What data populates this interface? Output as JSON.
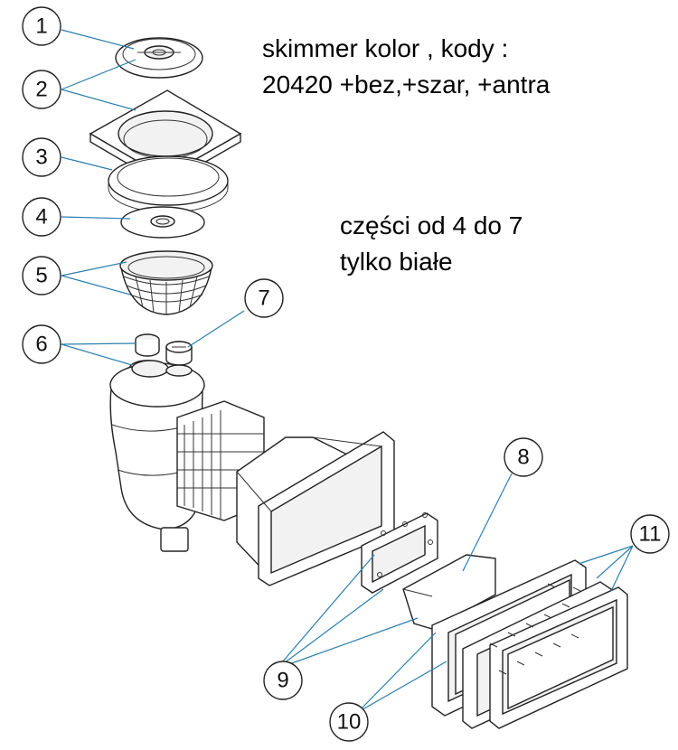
{
  "notes": {
    "color_line1": "skimmer kolor , kody :",
    "color_line2": "20420 +bez,+szar, +antra",
    "parts_line1": "części od 4 do 7",
    "parts_line2": "tylko białe"
  },
  "callouts": [
    "1",
    "2",
    "3",
    "4",
    "5",
    "6",
    "7",
    "8",
    "9",
    "10",
    "11"
  ],
  "colors": {
    "leader": "#2a7fae",
    "outline": "#222222",
    "background": "#ffffff"
  }
}
